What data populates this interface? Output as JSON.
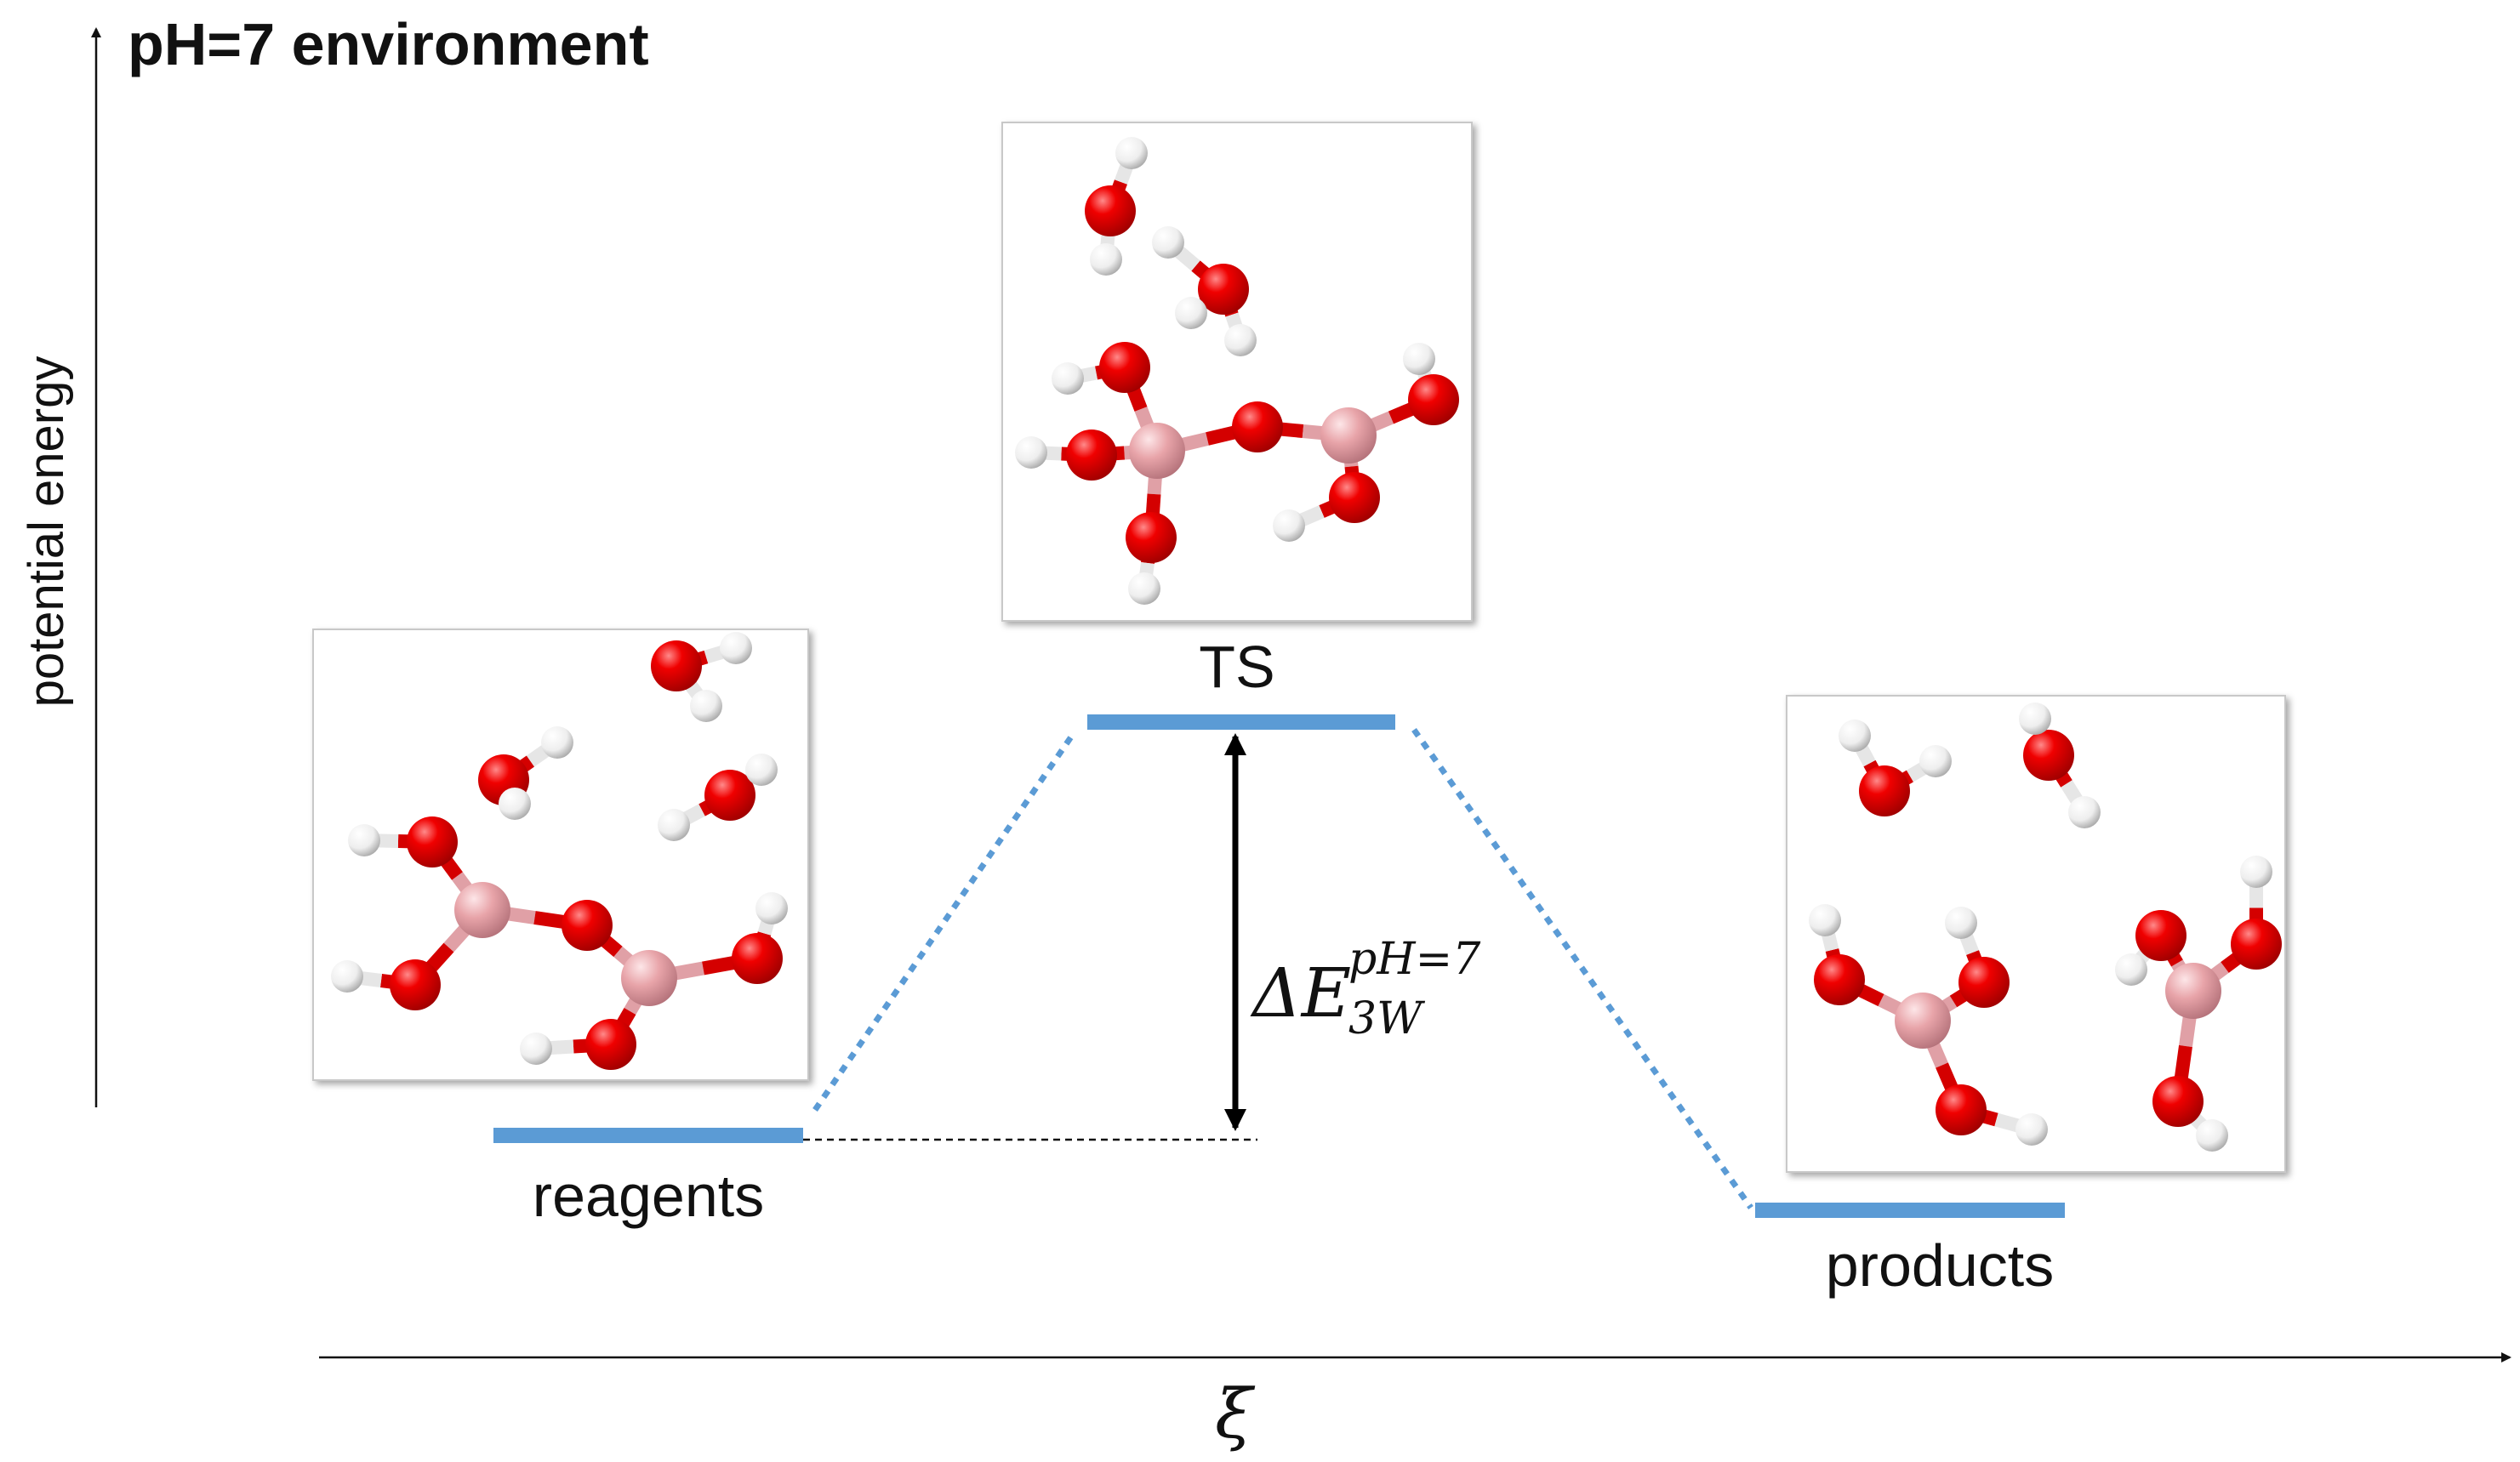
{
  "title": "pH=7 environment",
  "y_axis_label": "potential energy",
  "x_axis_label": "ξ",
  "states": {
    "reagents": "reagents",
    "ts": "TS",
    "products": "products"
  },
  "barrier": {
    "delta_e": "ΔE",
    "superscript": "pH=7",
    "subscript": "3W"
  },
  "colors": {
    "level": "#5b9bd5",
    "oxygen": "#e00000",
    "boron": "#e8a4a9",
    "hydrogen": "#ffffff",
    "axis": "#111111"
  }
}
